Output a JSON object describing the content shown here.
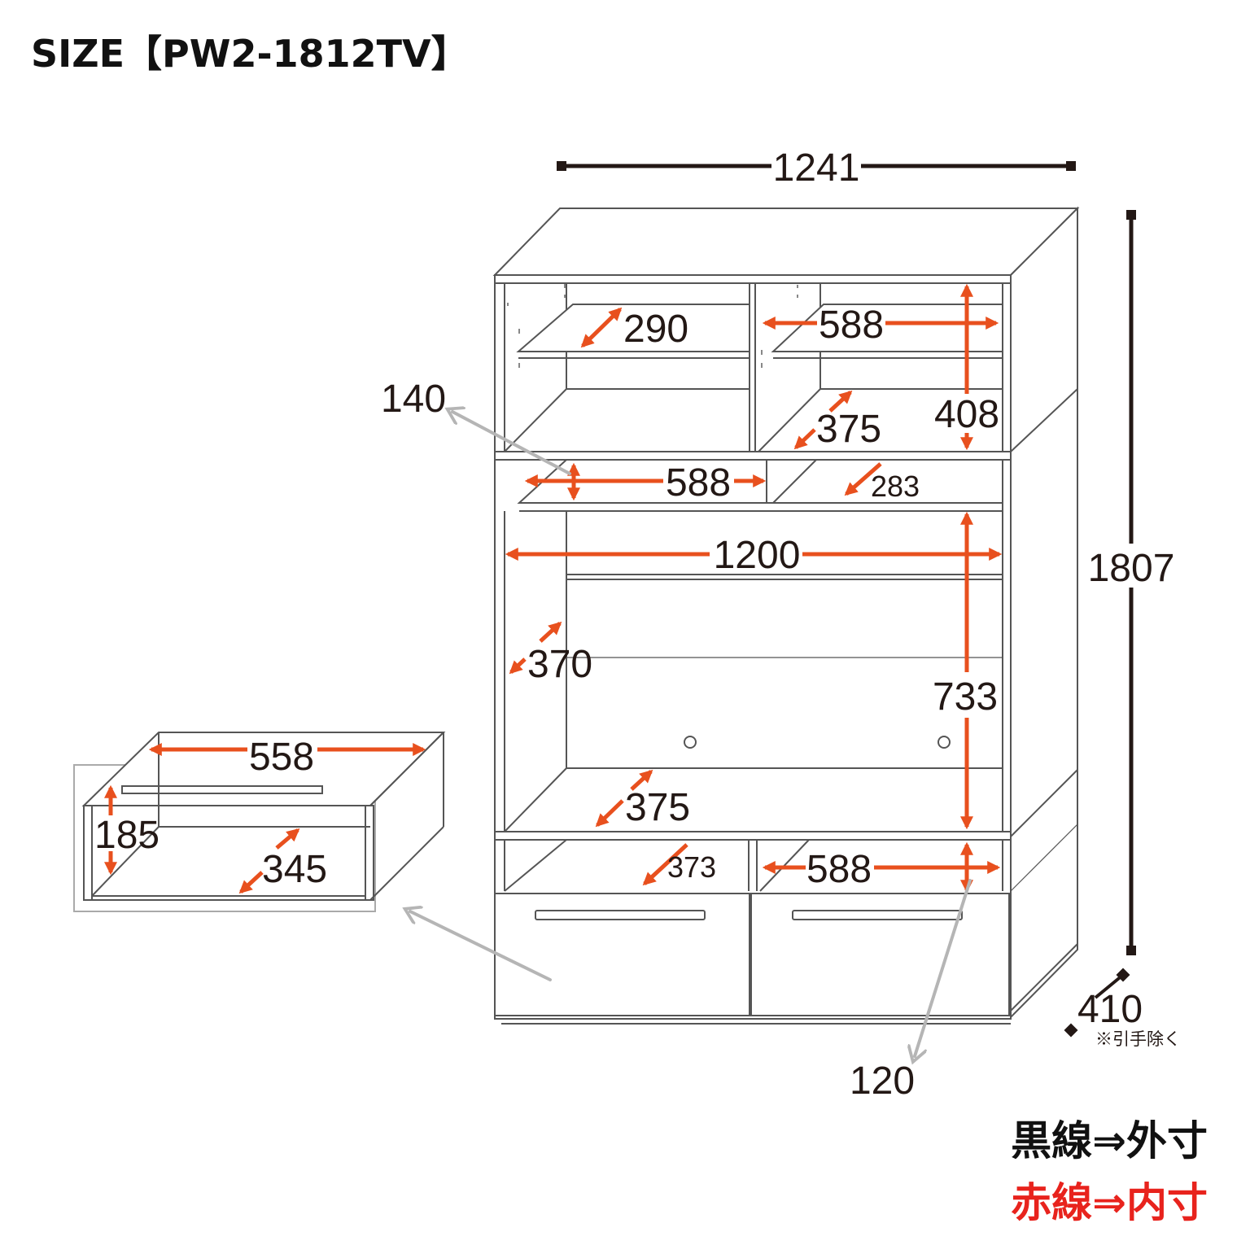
{
  "title": "SIZE【PW2-1812TV】",
  "colors": {
    "outer": "#231815",
    "inner": "#e8501e",
    "line": "#555555",
    "pointer": "#b5b5b5",
    "legend_red": "#e8231d"
  },
  "dimensions": {
    "outer_width": "1241",
    "outer_height": "1807",
    "outer_depth": "410",
    "upper_shelf_depth": "290",
    "upper_inner_width": "588",
    "upper_inner_depth": "375",
    "upper_inner_height": "408",
    "pointer_top_height": "140",
    "middle_inner_width": "588",
    "middle_inner_depth": "283",
    "tv_inner_width": "1200",
    "tv_side_depth": "370",
    "tv_inner_height": "733",
    "tv_inner_depth": "375",
    "lower_inner_depth": "373",
    "lower_inner_width": "588",
    "pointer_bottom_height": "120",
    "drawer_width": "558",
    "drawer_height": "185",
    "drawer_depth": "345"
  },
  "note_handle": "※引手除く",
  "legend": {
    "black": "黒線⇒外寸",
    "red": "赤線⇒内寸"
  }
}
